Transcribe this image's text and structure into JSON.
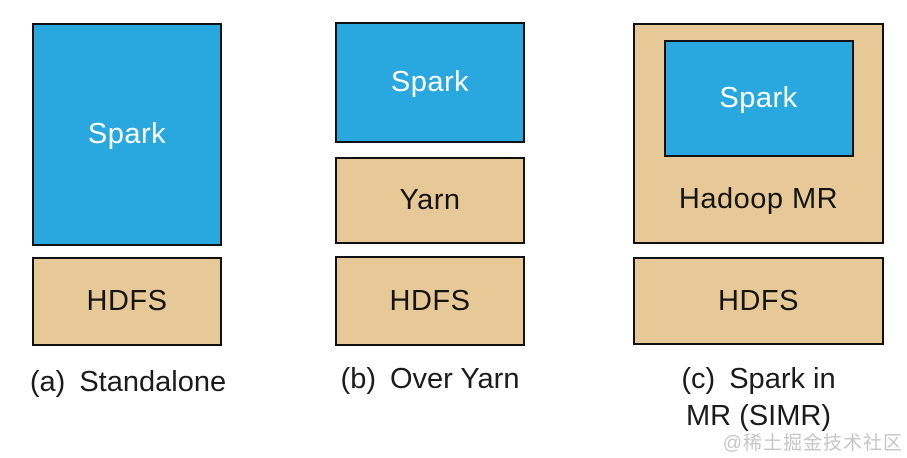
{
  "colors": {
    "spark_blue": "#29a8df",
    "layer_tan": "#e6c997",
    "box_border": "#111111",
    "caption_text": "#1b1b1b",
    "box_text_light": "#ffffff",
    "box_text_dark": "#141414",
    "watermark_gray": "#c6c6c6"
  },
  "columns": {
    "a": {
      "spark_label": "Spark",
      "hdfs_label": "HDFS",
      "caption_prefix": "(a)",
      "caption_label": "Standalone"
    },
    "b": {
      "spark_label": "Spark",
      "yarn_label": "Yarn",
      "hdfs_label": "HDFS",
      "caption_prefix": "(b)",
      "caption_label": "Over Yarn"
    },
    "c": {
      "spark_label": "Spark",
      "hadoop_mr_label": "Hadoop MR",
      "hdfs_label": "HDFS",
      "caption_prefix": "(c)",
      "caption_label_line1": "Spark in",
      "caption_label_line2": "MR (SIMR)"
    }
  },
  "watermark": "@稀土掘金技术社区"
}
